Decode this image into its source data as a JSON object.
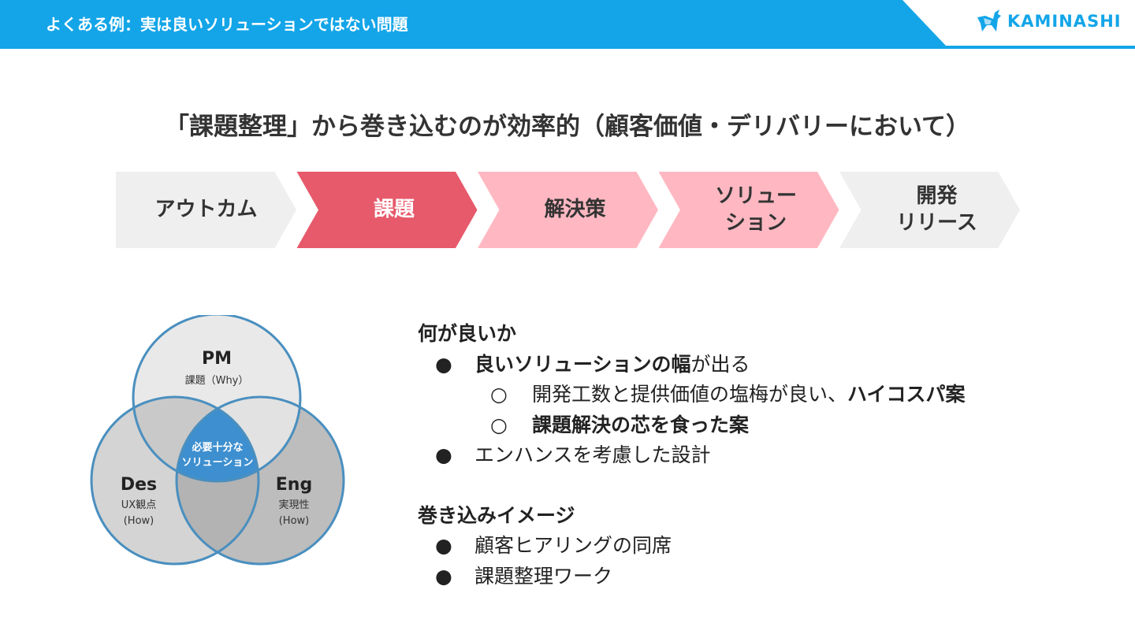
{
  "header": {
    "title": "よくある例：実は良いソリューションではない問題",
    "logo": "KAMINASHI",
    "color": "#13a5e8"
  },
  "heading": "「課題整理」から巻き込むのが効率的（顧客価値・デリバリーにおいて）",
  "flow": [
    {
      "label": "アウトカム",
      "color": "#efefef",
      "text": "#333333"
    },
    {
      "label": "課題",
      "color": "#e65a6b",
      "text": "#ffffff"
    },
    {
      "label": "解決策",
      "color": "#ffb8c2",
      "text": "#333333"
    },
    {
      "label": "ソリュー\nション",
      "color": "#ffb8c2",
      "text": "#333333"
    },
    {
      "label": "開発\nリリース",
      "color": "#efefef",
      "text": "#333333"
    }
  ],
  "venn": {
    "pm": {
      "title": "PM",
      "sub": "課題（Why）"
    },
    "des": {
      "title": "Des",
      "sub1": "UX観点",
      "sub2": "(How)"
    },
    "eng": {
      "title": "Eng",
      "sub1": "実現性",
      "sub2": "(How)"
    },
    "center1": "必要十分な",
    "center2": "ソリューション"
  },
  "content": {
    "h1": "何が良いか",
    "b1_bold": "良いソリューションの幅",
    "b1_rest": "が出る",
    "s1_text": "開発工数と提供価値の塩梅が良い、",
    "s1_bold": "ハイコスパ案",
    "s2_bold": "課題解決の芯を食った案",
    "b2": "エンハンスを考慮した設計",
    "h2": "巻き込みイメージ",
    "b3": "顧客ヒアリングの同席",
    "b4": "課題整理ワーク",
    "bullet": "●",
    "sub_bullet": "○"
  }
}
